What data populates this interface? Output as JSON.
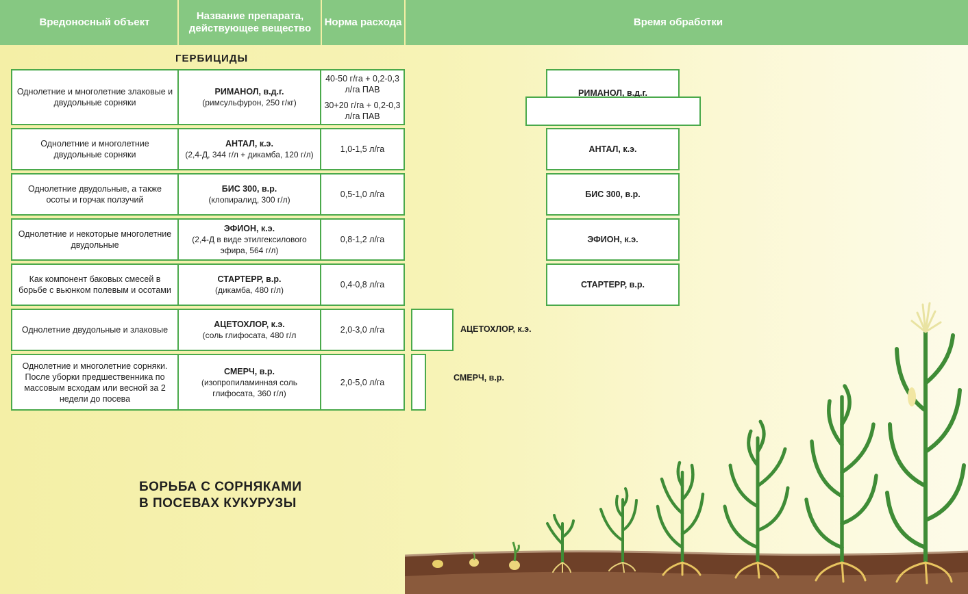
{
  "header": {
    "col1": "Вредоносный объект",
    "col2": "Название препарата, действующее вещество",
    "col3": "Норма расхода",
    "col4": "Время обработки"
  },
  "section_title": "ГЕРБИЦИДЫ",
  "rows": [
    {
      "target": "Однолетние и многолетние злаковые и двудольные сорняки",
      "prep_name": "РИМАНОЛ, в.д.г.",
      "prep_sub": "(римсульфурон, 250 г/кг)",
      "rate_a": "40-50 г/га + 0,2-0,3 л/га ПАВ",
      "rate_b": "30+20 г/га + 0,2-0,3 л/га ПАВ"
    },
    {
      "target": "Однолетние и многолетние двудольные сорняки",
      "prep_name": "АНТАЛ, к.э.",
      "prep_sub": "(2,4-Д, 344 г/л + дикамба, 120 г/л)",
      "rate": "1,0-1,5 л/га"
    },
    {
      "target": "Однолетние двудольные, а также осоты и горчак ползучий",
      "prep_name": "БИС 300, в.р.",
      "prep_sub": "(клопиралид, 300 г/л)",
      "rate": "0,5-1,0 л/га"
    },
    {
      "target": "Однолетние и некоторые многолетние двудольные",
      "prep_name": "ЭФИОН, к.э.",
      "prep_sub": "(2,4-Д в виде этилгексилового эфира, 564 г/л)",
      "rate": "0,8-1,2 л/га"
    },
    {
      "target": "Как компонент баковых смесей в борьбе с вьюнком полевым и осотами",
      "prep_name": "СТАРТЕРР, в.р.",
      "prep_sub": "(дикамба, 480 г/л)",
      "rate": "0,4-0,8 л/га"
    },
    {
      "target": "Однолетние двудольные и злаковые",
      "prep_name": "АЦЕТОХЛОР, к.э.",
      "prep_sub": "(соль глифосата, 480 г/л",
      "rate": "2,0-3,0 л/га"
    },
    {
      "target": "Однолетние и многолетние сорняки. После уборки предшественника по массовым всходам или весной за 2 недели до посева",
      "prep_name": "СМЕРЧ, в.р.",
      "prep_sub": "(изопропиламинная соль глифосата, 360 г/л)",
      "rate": "2,0-5,0 л/га"
    }
  ],
  "timing": {
    "rimanol": "РИМАНОЛ, в.д.г.",
    "antal": "АНТАЛ, к.э.",
    "bis": "БИС 300, в.р.",
    "efion": "ЭФИОН, к.э.",
    "starterr": "СТАРТЕРР, в.р.",
    "acetochlor": "АЦЕТОХЛОР, к.э.",
    "smerch": "СМЕРЧ, в.р."
  },
  "title_line1": "БОРЬБА С СОРНЯКАМИ",
  "title_line2": "В ПОСЕВАХ КУКУРУЗЫ",
  "colors": {
    "header_green": "#86c882",
    "border_green": "#4aa94b",
    "background": "#f4efa6",
    "soil": "#7a4a2e"
  }
}
